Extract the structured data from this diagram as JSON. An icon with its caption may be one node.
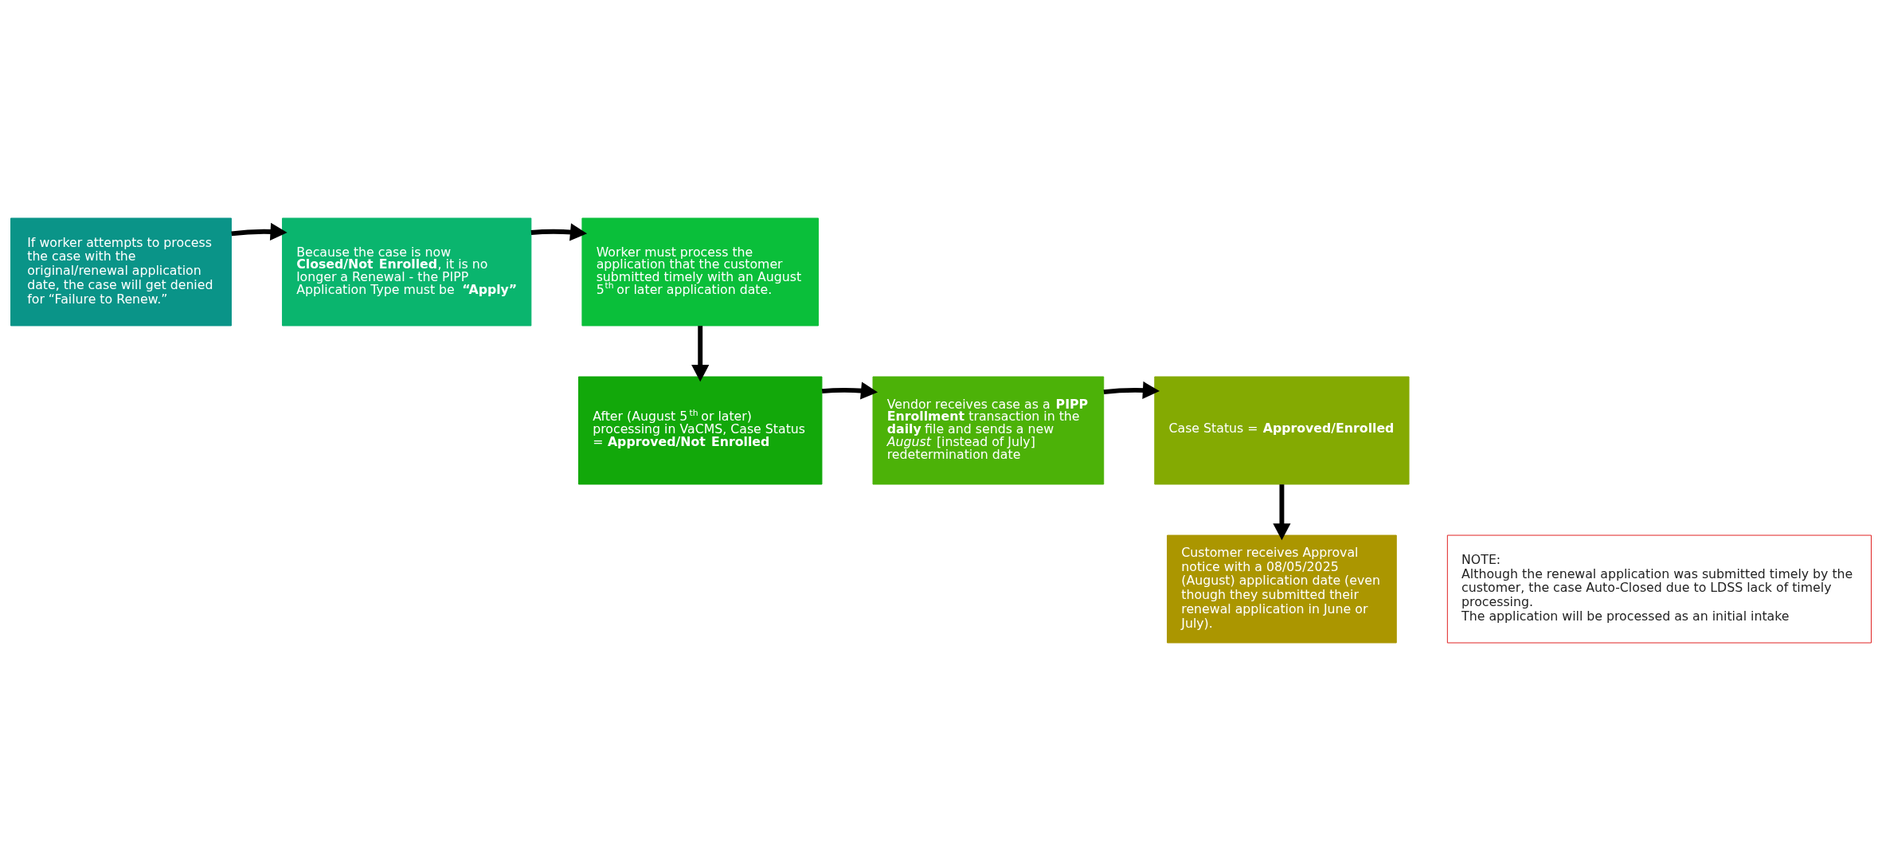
{
  "diagram": {
    "nodes": [
      {
        "text": [
          "If worker attempts to process the case with the original/renewal application date, the case will get denied for “Failure to Renew.”"
        ]
      },
      {
        "text": [
          "Because the case is now **Closed/Not Enrolled**, it is no longer a Renewal - the PIPP Application Type must be **“Apply”**"
        ]
      },
      {
        "text": [
          "Worker must process the application that the customer submitted timely with an August 5$^{th}$ or later application date."
        ]
      },
      {
        "text": [
          "After (August 5$^{th}$ or later) processing in VaCMS, Case Status = **Approved/Not Enrolled**"
        ]
      },
      {
        "text": [
          "Vendor receives case as a **PIPP Enrollment** transaction in the **daily** file and sends a new *August* [instead of July] redetermination date"
        ]
      },
      {
        "text": [
          "Case Status = **Approved/Enrolled**"
        ]
      },
      {
        "text": [
          "Customer receives Approval notice with a 08/05/2025 (August) application date (even though they submitted their renewal application in June or July)."
        ]
      },
      {
        "text": [
          "NOTE:",
          "Although the renewal application was submitted timely by the customer, the case Auto-Closed due to LDSS lack of timely processing.",
          "The application will be processed as an initial intake"
        ]
      }
    ],
    "edges": [
      {
        "from": 0,
        "to": 1,
        "arrow": "to"
      },
      {
        "from": 1,
        "to": 2,
        "arrow": "to"
      },
      {
        "from": 2,
        "to": 3,
        "arrow": "to"
      },
      {
        "from": 3,
        "to": 4,
        "arrow": "to"
      },
      {
        "from": 4,
        "to": 5,
        "arrow": "to"
      },
      {
        "from": 5,
        "to": 6,
        "arrow": "to"
      }
    ]
  }
}
